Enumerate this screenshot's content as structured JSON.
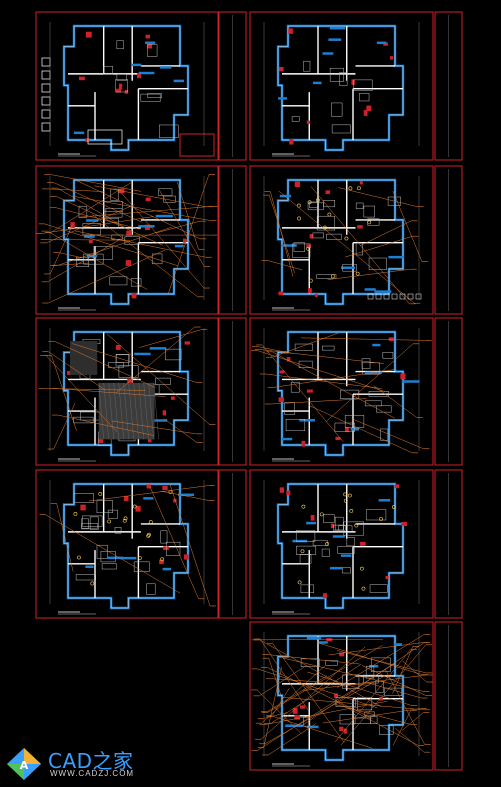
{
  "drawing": {
    "background": "#000000",
    "frame_color": "#d0202a",
    "wall_color": "#1e7fd0",
    "annotation_color": "#e07a2a",
    "sheets": [
      {
        "id": "sheet-1",
        "variant": "plan-original"
      },
      {
        "id": "sheet-2",
        "variant": "plan-demolition"
      },
      {
        "id": "sheet-3",
        "variant": "plan-annotated"
      },
      {
        "id": "sheet-4",
        "variant": "plan-ceiling"
      },
      {
        "id": "sheet-5",
        "variant": "plan-flooring"
      },
      {
        "id": "sheet-6",
        "variant": "plan-elevations"
      },
      {
        "id": "sheet-7",
        "variant": "plan-lighting"
      },
      {
        "id": "sheet-8",
        "variant": "plan-switches"
      },
      {
        "id": "sheet-9",
        "variant": "plan-outlets"
      }
    ]
  },
  "brand": {
    "name": "CAD之家",
    "url": "WWW.CADZJ.COM",
    "logo_colors": [
      "#f2b233",
      "#3aa0ff",
      "#52c15a"
    ]
  }
}
